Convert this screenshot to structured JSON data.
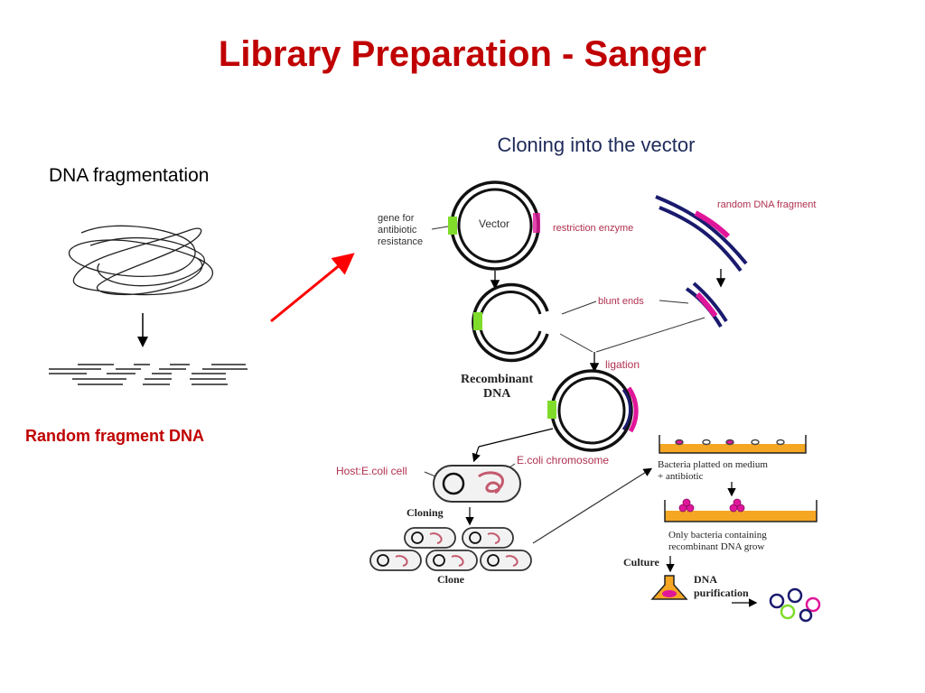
{
  "slide": {
    "title": "Library Preparation - Sanger",
    "left_label": "DNA fragmentation",
    "left_caption": "Random fragment DNA"
  },
  "figure": {
    "heading": "Cloning into the vector",
    "labels": {
      "gene_line1": "gene for",
      "gene_line2": "antibiotic",
      "gene_line3": "resistance",
      "vector": "Vector",
      "restriction_enzyme": "restriction enzyme",
      "random_dna_fragment": "random DNA fragment",
      "blunt_ends": "blunt ends",
      "ligation": "ligation",
      "recombinant_line1": "Recombinant",
      "recombinant_line2": "DNA",
      "host": "Host:E.coli cell",
      "ecoli_chromosome": "E.coli chromosome",
      "cloning": "Cloning",
      "clone": "Clone",
      "bacteria_line1": "Bacteria platted on medium",
      "bacteria_line2": "+ antibiotic",
      "only_line1": "Only bacteria containing",
      "only_line2": "recombinant DNA grow",
      "culture": "Culture",
      "dna_purif_line1": "DNA",
      "dna_purif_line2": "purification"
    }
  },
  "colors": {
    "title": "#c00000",
    "accent_red": "#ff0000",
    "label_red": "#b03050",
    "navy": "#1a1a6e",
    "magenta": "#e0169a",
    "green": "#7fdc2a",
    "medium": "#f5a623"
  }
}
